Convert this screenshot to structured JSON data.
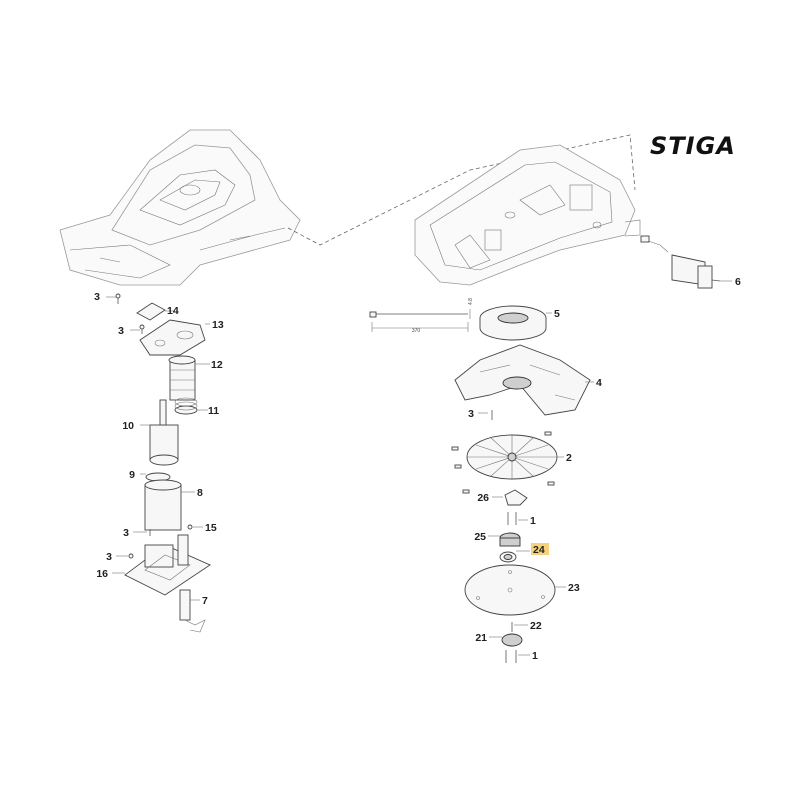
{
  "brand": {
    "logo_text": "STIGA",
    "highlight_color": "#f5d27a"
  },
  "dimensions": {
    "tie_length": "370",
    "tie_width": "4.8"
  },
  "callouts": [
    {
      "id": "c3a",
      "num": "3"
    },
    {
      "id": "c14",
      "num": "14"
    },
    {
      "id": "c3b",
      "num": "3"
    },
    {
      "id": "c13",
      "num": "13"
    },
    {
      "id": "c12",
      "num": "12"
    },
    {
      "id": "c11",
      "num": "11"
    },
    {
      "id": "c10",
      "num": "10"
    },
    {
      "id": "c9",
      "num": "9"
    },
    {
      "id": "c8",
      "num": "8"
    },
    {
      "id": "c3c",
      "num": "3"
    },
    {
      "id": "c15",
      "num": "15"
    },
    {
      "id": "c3d",
      "num": "3"
    },
    {
      "id": "c16",
      "num": "16"
    },
    {
      "id": "c7",
      "num": "7"
    },
    {
      "id": "c6",
      "num": "6"
    },
    {
      "id": "c5",
      "num": "5"
    },
    {
      "id": "c4",
      "num": "4"
    },
    {
      "id": "c3e",
      "num": "3"
    },
    {
      "id": "c2",
      "num": "2"
    },
    {
      "id": "c26",
      "num": "26"
    },
    {
      "id": "c1a",
      "num": "1"
    },
    {
      "id": "c25",
      "num": "25"
    },
    {
      "id": "c24",
      "num": "24",
      "highlighted": true
    },
    {
      "id": "c23",
      "num": "23"
    },
    {
      "id": "c21",
      "num": "21"
    },
    {
      "id": "c22",
      "num": "22"
    },
    {
      "id": "c1b",
      "num": "1"
    }
  ]
}
